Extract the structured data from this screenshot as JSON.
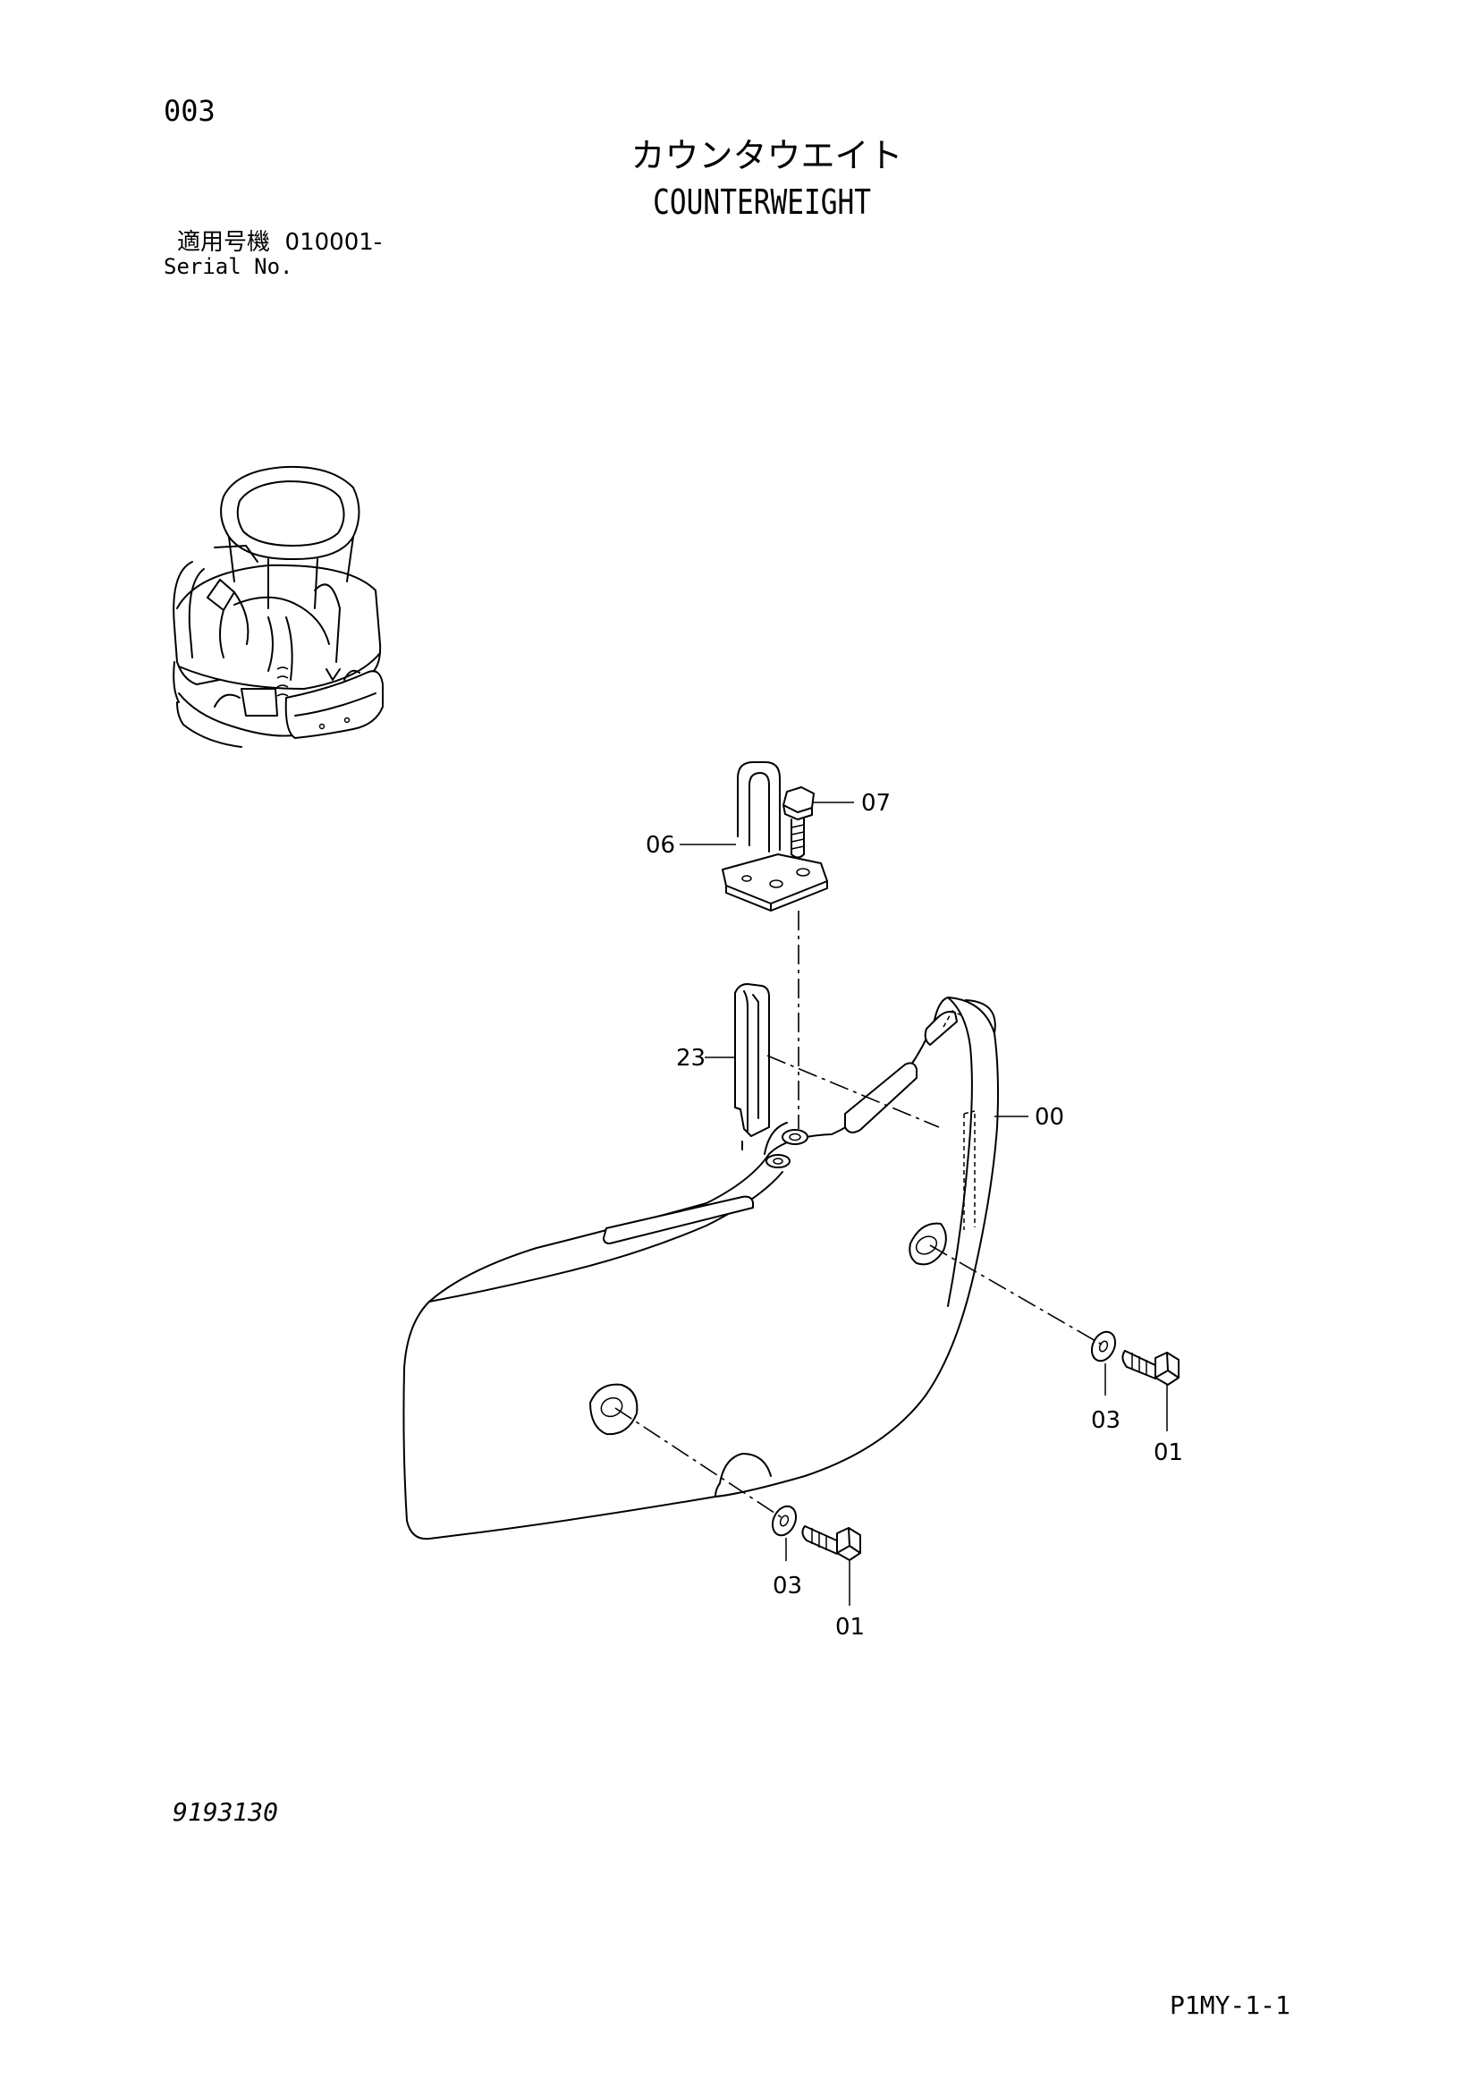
{
  "header": {
    "page_number": "003",
    "title_jp": "カウンタウエイト",
    "title_en": "COUNTERWEIGHT"
  },
  "serial": {
    "label_jp": "適用号機",
    "value": "010001-",
    "label_en": "Serial No."
  },
  "callouts": [
    {
      "id": "c07",
      "text": "07"
    },
    {
      "id": "c06",
      "text": "06"
    },
    {
      "id": "c23",
      "text": "23"
    },
    {
      "id": "c00",
      "text": "00"
    },
    {
      "id": "c03a",
      "text": "03"
    },
    {
      "id": "c01a",
      "text": "01"
    },
    {
      "id": "c03b",
      "text": "03"
    },
    {
      "id": "c01b",
      "text": "01"
    }
  ],
  "footer": {
    "drawing_number": "9193130",
    "sheet_code": "P1MY-1-1"
  }
}
